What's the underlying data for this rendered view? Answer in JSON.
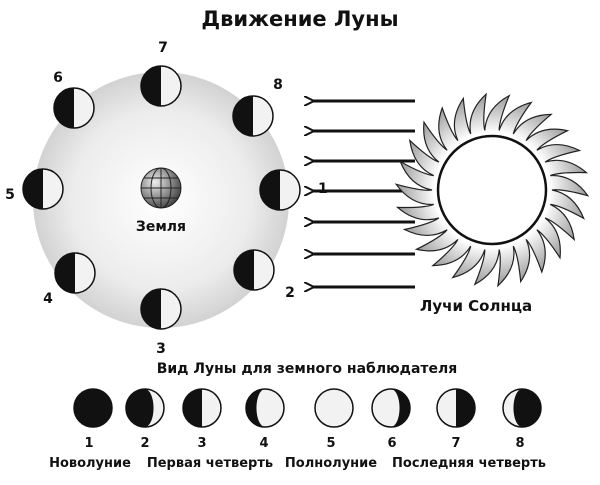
{
  "title": "Движение Луны",
  "earth_label": "Земля",
  "sun_label": "Лучи Солнца",
  "orbit_numbers": [
    "1",
    "2",
    "3",
    "4",
    "5",
    "6",
    "7",
    "8"
  ],
  "observer_title": "Вид Луны для земного наблюдателя",
  "phase_numbers": [
    "1",
    "2",
    "3",
    "4",
    "5",
    "6",
    "7",
    "8"
  ],
  "phase_names": {
    "new_moon": "Новолуние",
    "first_quarter": "Первая четверть",
    "full_moon": "Полнолуние",
    "last_quarter": "Последняя четверть"
  },
  "colors": {
    "ink": "#111111",
    "glow": "#d9d9d9",
    "moon_light": "#f2f2f2"
  }
}
